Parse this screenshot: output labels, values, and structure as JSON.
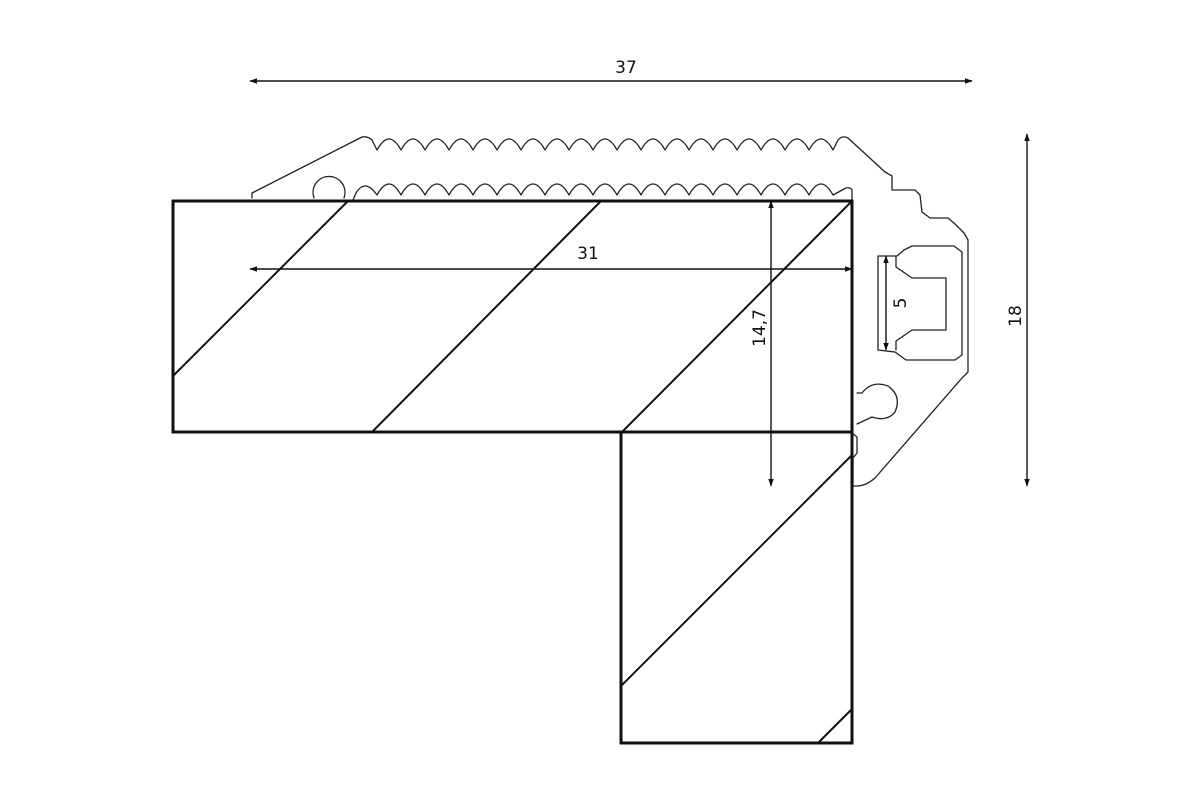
{
  "dimensions": {
    "overall_width": "37",
    "inner_width": "31",
    "inner_height": "14,7",
    "slot_width": "5",
    "overall_height": "18"
  }
}
